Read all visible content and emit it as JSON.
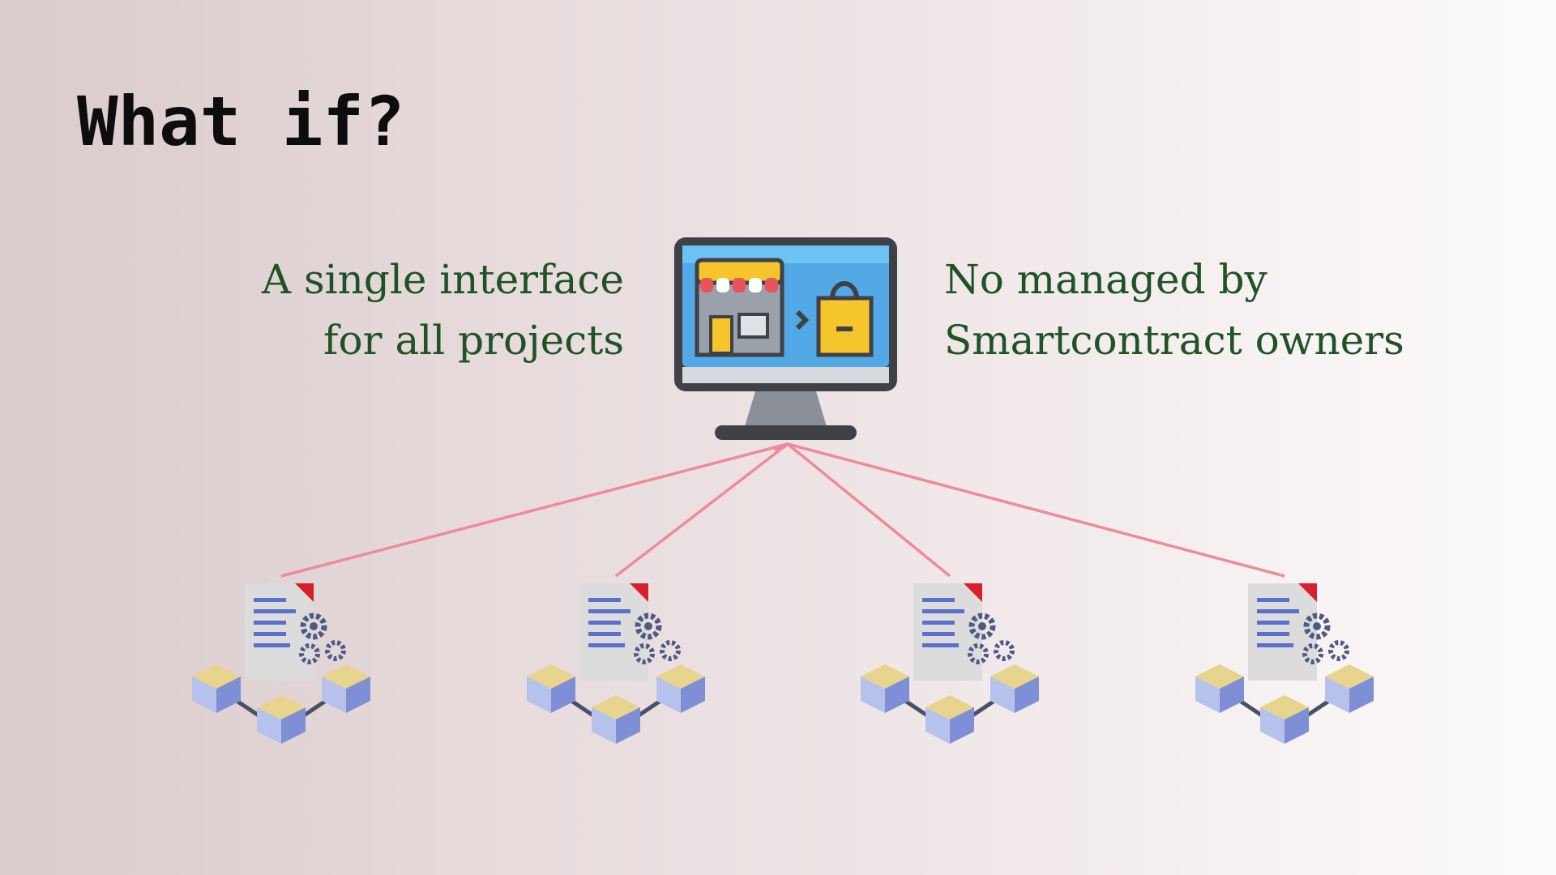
{
  "slide": {
    "title": "What if?",
    "left_caption": [
      "A single interface",
      "for all projects"
    ],
    "right_caption": [
      "No managed by",
      "Smartcontract owners"
    ]
  },
  "diagram": {
    "hub_icon": "computer-store-icon",
    "node_icon": "smart-contract-blockchain-icon",
    "node_count": 4,
    "connector_color": "#ef8a9b",
    "caption_color": "#1f5225"
  }
}
